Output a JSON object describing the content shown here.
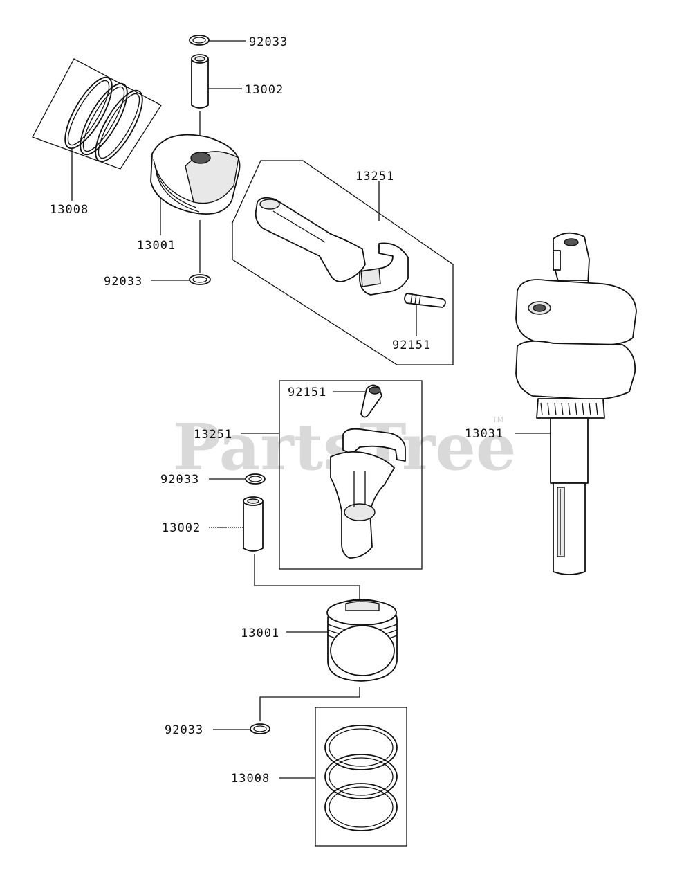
{
  "watermark": {
    "text": "PartsTree",
    "trademark": "TM"
  },
  "callouts": [
    {
      "id": "c1",
      "part": "92033"
    },
    {
      "id": "c2",
      "part": "13002"
    },
    {
      "id": "c3",
      "part": "13008"
    },
    {
      "id": "c4",
      "part": "13001"
    },
    {
      "id": "c5",
      "part": "92033"
    },
    {
      "id": "c6",
      "part": "13251"
    },
    {
      "id": "c7",
      "part": "92151"
    },
    {
      "id": "c8",
      "part": "92151"
    },
    {
      "id": "c9",
      "part": "13251"
    },
    {
      "id": "c10",
      "part": "92033"
    },
    {
      "id": "c11",
      "part": "13002"
    },
    {
      "id": "c12",
      "part": "13031"
    },
    {
      "id": "c13",
      "part": "13001"
    },
    {
      "id": "c14",
      "part": "92033"
    },
    {
      "id": "c15",
      "part": "13008"
    }
  ]
}
